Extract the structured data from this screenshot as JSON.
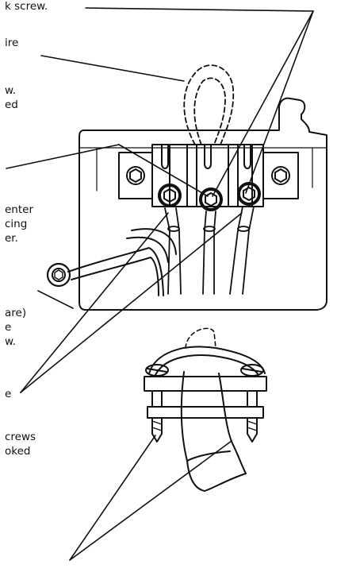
{
  "labels": {
    "screw_note": "k screw.",
    "wire_note": "ire",
    "block_note_1": "w.",
    "block_note_2": "ed",
    "center_note_1": "enter",
    "center_note_2": "cing",
    "center_note_3": "er.",
    "ground_note_1": "are)",
    "ground_note_2": "e",
    "ground_note_3": "w.",
    "clamp_note": "e",
    "screws_note_1": "crews",
    "screws_note_2": "oked"
  },
  "colors": {
    "line": "#111111",
    "background": "#ffffff"
  }
}
